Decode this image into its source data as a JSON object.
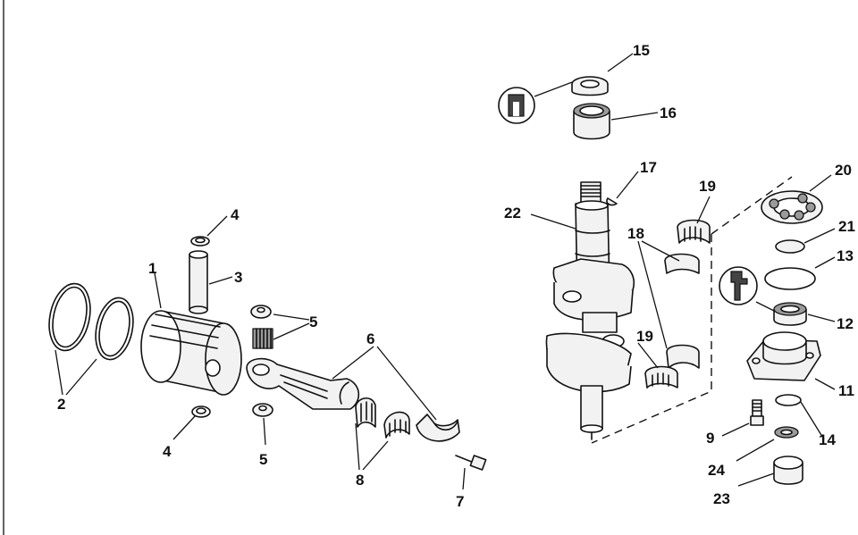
{
  "parts": [
    {
      "id": "label-1",
      "num": "1"
    },
    {
      "id": "label-2",
      "num": "2"
    },
    {
      "id": "label-3",
      "num": "3"
    },
    {
      "id": "label-4a",
      "num": "4"
    },
    {
      "id": "label-4b",
      "num": "4"
    },
    {
      "id": "label-5a",
      "num": "5"
    },
    {
      "id": "label-5b",
      "num": "5"
    },
    {
      "id": "label-6",
      "num": "6"
    },
    {
      "id": "label-7",
      "num": "7"
    },
    {
      "id": "label-8",
      "num": "8"
    },
    {
      "id": "label-9",
      "num": "9"
    },
    {
      "id": "label-11",
      "num": "11"
    },
    {
      "id": "label-12",
      "num": "12"
    },
    {
      "id": "label-13",
      "num": "13"
    },
    {
      "id": "label-14",
      "num": "14"
    },
    {
      "id": "label-15",
      "num": "15"
    },
    {
      "id": "label-16",
      "num": "16"
    },
    {
      "id": "label-17",
      "num": "17"
    },
    {
      "id": "label-18",
      "num": "18"
    },
    {
      "id": "label-19a",
      "num": "19"
    },
    {
      "id": "label-19b",
      "num": "19"
    },
    {
      "id": "label-20",
      "num": "20"
    },
    {
      "id": "label-21",
      "num": "21"
    },
    {
      "id": "label-22",
      "num": "22"
    },
    {
      "id": "label-23",
      "num": "23"
    },
    {
      "id": "label-24",
      "num": "24"
    }
  ]
}
